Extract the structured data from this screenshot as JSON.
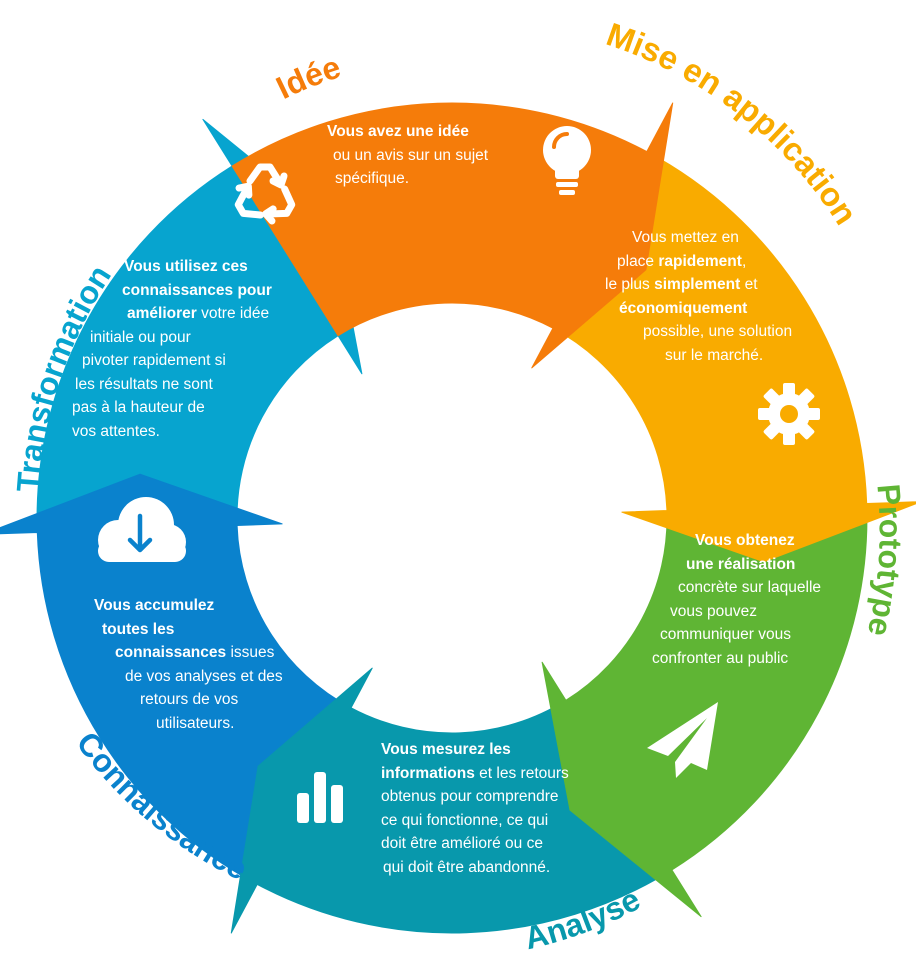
{
  "colors": {
    "idee": "#f57c0a",
    "mise_en_application": "#f9ab00",
    "prototype": "#5fb534",
    "analyse": "#0898ac",
    "connaissance": "#0a82cd",
    "transformation": "#07a4cf",
    "background": "#ffffff"
  },
  "stages": [
    {
      "key": "idee",
      "label": "Idée",
      "icon": "lightbulb-icon",
      "lines": [
        [
          {
            "t": "Vous avez une idée",
            "b": true
          }
        ],
        [
          {
            "t": "ou un avis sur un sujet",
            "b": false
          }
        ],
        [
          {
            "t": "spécifique.",
            "b": false
          }
        ]
      ]
    },
    {
      "key": "mise_en_application",
      "label": "Mise en application",
      "icon": "gear-icon",
      "lines": [
        [
          {
            "t": "Vous mettez en",
            "b": false
          }
        ],
        [
          {
            "t": "place ",
            "b": false
          },
          {
            "t": "rapidement",
            "b": true
          },
          {
            "t": ",",
            "b": false
          }
        ],
        [
          {
            "t": "le plus ",
            "b": false
          },
          {
            "t": "simplement",
            "b": true
          },
          {
            "t": " et",
            "b": false
          }
        ],
        [
          {
            "t": "économiquement",
            "b": true
          }
        ],
        [
          {
            "t": "possible, une solution",
            "b": false
          }
        ],
        [
          {
            "t": "sur le marché.",
            "b": false
          }
        ]
      ]
    },
    {
      "key": "prototype",
      "label": "Prototype",
      "icon": "paper-plane-icon",
      "lines": [
        [
          {
            "t": "Vous obtenez",
            "b": true
          }
        ],
        [
          {
            "t": "une réalisation",
            "b": true
          }
        ],
        [
          {
            "t": "concrète sur laquelle",
            "b": false
          }
        ],
        [
          {
            "t": "vous pouvez",
            "b": false
          }
        ],
        [
          {
            "t": "communiquer vous",
            "b": false
          }
        ],
        [
          {
            "t": "confronter au public",
            "b": false
          }
        ]
      ]
    },
    {
      "key": "analyse",
      "label": "Analyse",
      "icon": "bar-chart-icon",
      "lines": [
        [
          {
            "t": "Vous mesurez les",
            "b": true
          }
        ],
        [
          {
            "t": "informations",
            "b": true
          },
          {
            "t": " et les retours",
            "b": false
          }
        ],
        [
          {
            "t": "obtenus pour comprendre",
            "b": false
          }
        ],
        [
          {
            "t": "ce qui fonctionne, ce qui",
            "b": false
          }
        ],
        [
          {
            "t": "doit être amélioré ou ce",
            "b": false
          }
        ],
        [
          {
            "t": "qui doit être abandonné.",
            "b": false
          }
        ]
      ]
    },
    {
      "key": "connaissance",
      "label": "Connaissance",
      "icon": "cloud-download-icon",
      "lines": [
        [
          {
            "t": "Vous accumulez",
            "b": true
          }
        ],
        [
          {
            "t": "toutes les",
            "b": true
          }
        ],
        [
          {
            "t": "connaissances",
            "b": true
          },
          {
            "t": " issues",
            "b": false
          }
        ],
        [
          {
            "t": "de vos analyses et des",
            "b": false
          }
        ],
        [
          {
            "t": "retours de vos",
            "b": false
          }
        ],
        [
          {
            "t": "utilisateurs.",
            "b": false
          }
        ]
      ]
    },
    {
      "key": "transformation",
      "label": "Transformation",
      "icon": "recycle-icon",
      "lines": [
        [
          {
            "t": "Vous utilisez ces",
            "b": true
          }
        ],
        [
          {
            "t": "connaissances pour",
            "b": true
          }
        ],
        [
          {
            "t": "améliorer",
            "b": true
          },
          {
            "t": " votre idée",
            "b": false
          }
        ],
        [
          {
            "t": "initiale ou pour",
            "b": false
          }
        ],
        [
          {
            "t": "pivoter rapidement si",
            "b": false
          }
        ],
        [
          {
            "t": "les résultats ne sont",
            "b": false
          }
        ],
        [
          {
            "t": "pas à la hauteur de",
            "b": false
          }
        ],
        [
          {
            "t": "vos attentes.",
            "b": false
          }
        ]
      ]
    }
  ]
}
